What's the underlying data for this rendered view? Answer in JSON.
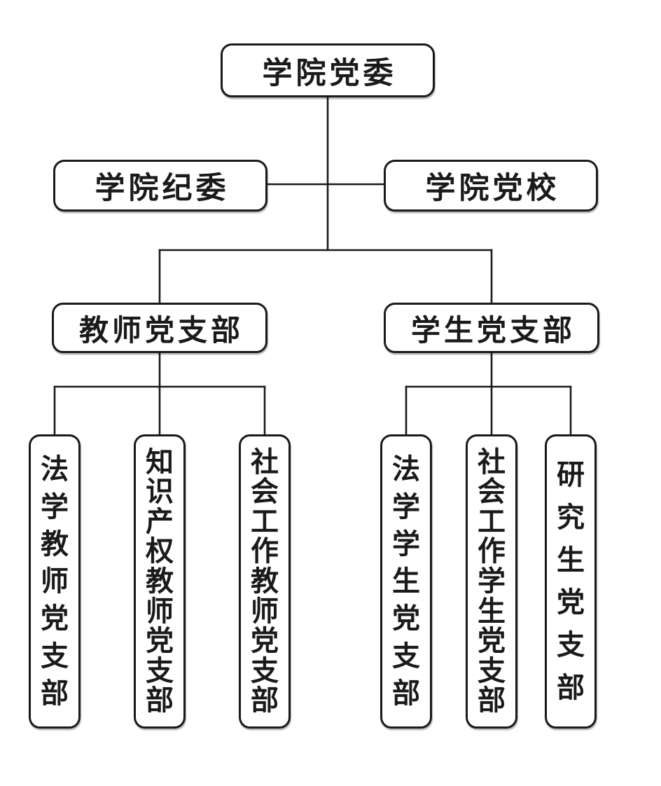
{
  "page": {
    "background_color": "#ffffff",
    "line_color": "#1a1a1a"
  },
  "diagram": {
    "type": "org-chart",
    "nodes": {
      "committee": {
        "label": "学院党委"
      },
      "discipline": {
        "label": "学院纪委"
      },
      "party_school": {
        "label": "学院党校"
      },
      "teacher_branch": {
        "label": "教师党支部"
      },
      "student_branch": {
        "label": "学生党支部"
      },
      "law_teacher": {
        "label": "法学教师党支部"
      },
      "ip_teacher": {
        "label": "知识产权教师党支部"
      },
      "social_work_teacher": {
        "label": "社会工作教师党支部"
      },
      "law_student": {
        "label": "法学学生党支部"
      },
      "social_work_student": {
        "label": "社会工作学生党支部"
      },
      "graduate_student": {
        "label": "研究生党支部"
      }
    },
    "edges": [
      {
        "from": "committee",
        "to": "discipline"
      },
      {
        "from": "committee",
        "to": "party_school"
      },
      {
        "from": "committee",
        "to": "teacher_branch"
      },
      {
        "from": "committee",
        "to": "student_branch"
      },
      {
        "from": "teacher_branch",
        "to": "law_teacher"
      },
      {
        "from": "teacher_branch",
        "to": "ip_teacher"
      },
      {
        "from": "teacher_branch",
        "to": "social_work_teacher"
      },
      {
        "from": "student_branch",
        "to": "law_student"
      },
      {
        "from": "student_branch",
        "to": "social_work_student"
      },
      {
        "from": "student_branch",
        "to": "graduate_student"
      }
    ]
  }
}
